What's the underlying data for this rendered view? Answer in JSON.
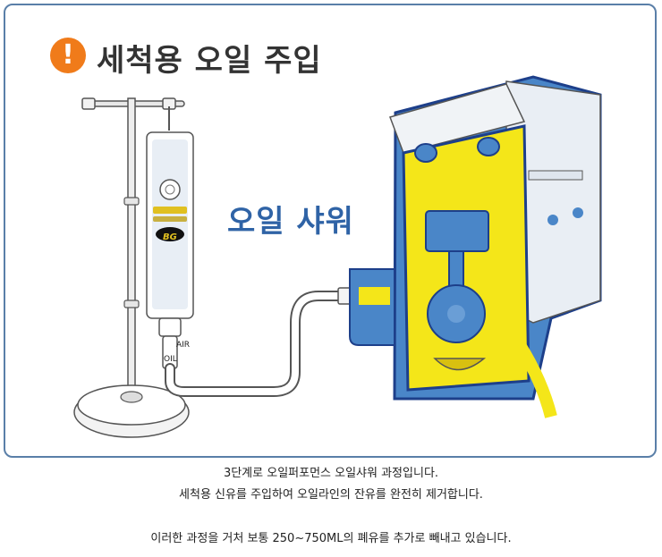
{
  "title": {
    "icon": "exclamation-icon",
    "icon_glyph": "!",
    "text": "세척용 오일 주입"
  },
  "diagram": {
    "label": "오일 샤워",
    "bottle_labels": [
      "AIR",
      "OIL"
    ],
    "bottle_brand": "BG",
    "colors": {
      "accent_orange": "#f07b1a",
      "oil_yellow": "#f4e619",
      "engine_blue": "#4a86c8",
      "engine_dark": "#1d3f8a",
      "label_blue": "#2f63a6"
    }
  },
  "captions": {
    "line1": "3단계로 오일퍼포먼스 오일샤워 과정입니다.",
    "line2": "세척용 신유를 주입하여 오일라인의 잔유를 완전히 제거합니다.",
    "line3": "이러한 과정을 거처 보통 250~750ML의 폐유를 추가로 빼내고 있습니다."
  }
}
